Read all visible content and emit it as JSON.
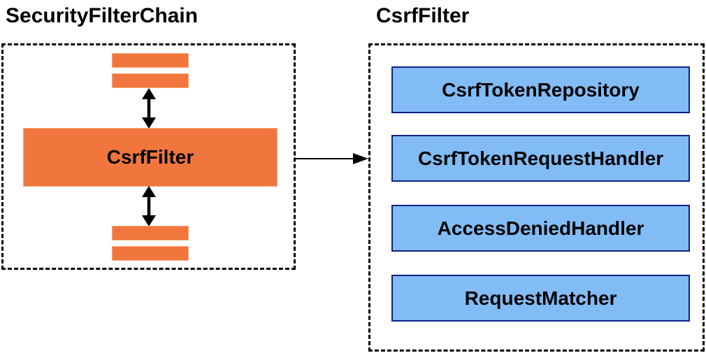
{
  "left_panel": {
    "title": "SecurityFilterChain",
    "filter_box_label": "CsrfFilter"
  },
  "right_panel": {
    "title": "CsrfFilter",
    "components": [
      "CsrfTokenRepository",
      "CsrfTokenRequestHandler",
      "AccessDeniedHandler",
      "RequestMatcher"
    ]
  },
  "colors": {
    "orange_fill": "#F0763E",
    "orange_border": "#F9A87B",
    "blue_fill": "#82BCF5",
    "blue_border": "#0D1F8C",
    "shadow_dark": "#A1A1A1",
    "shadow_light": "#E0E0E0",
    "arrow_color": "#000000",
    "dashed_border_color": "#000000",
    "title_color": "#000000"
  }
}
